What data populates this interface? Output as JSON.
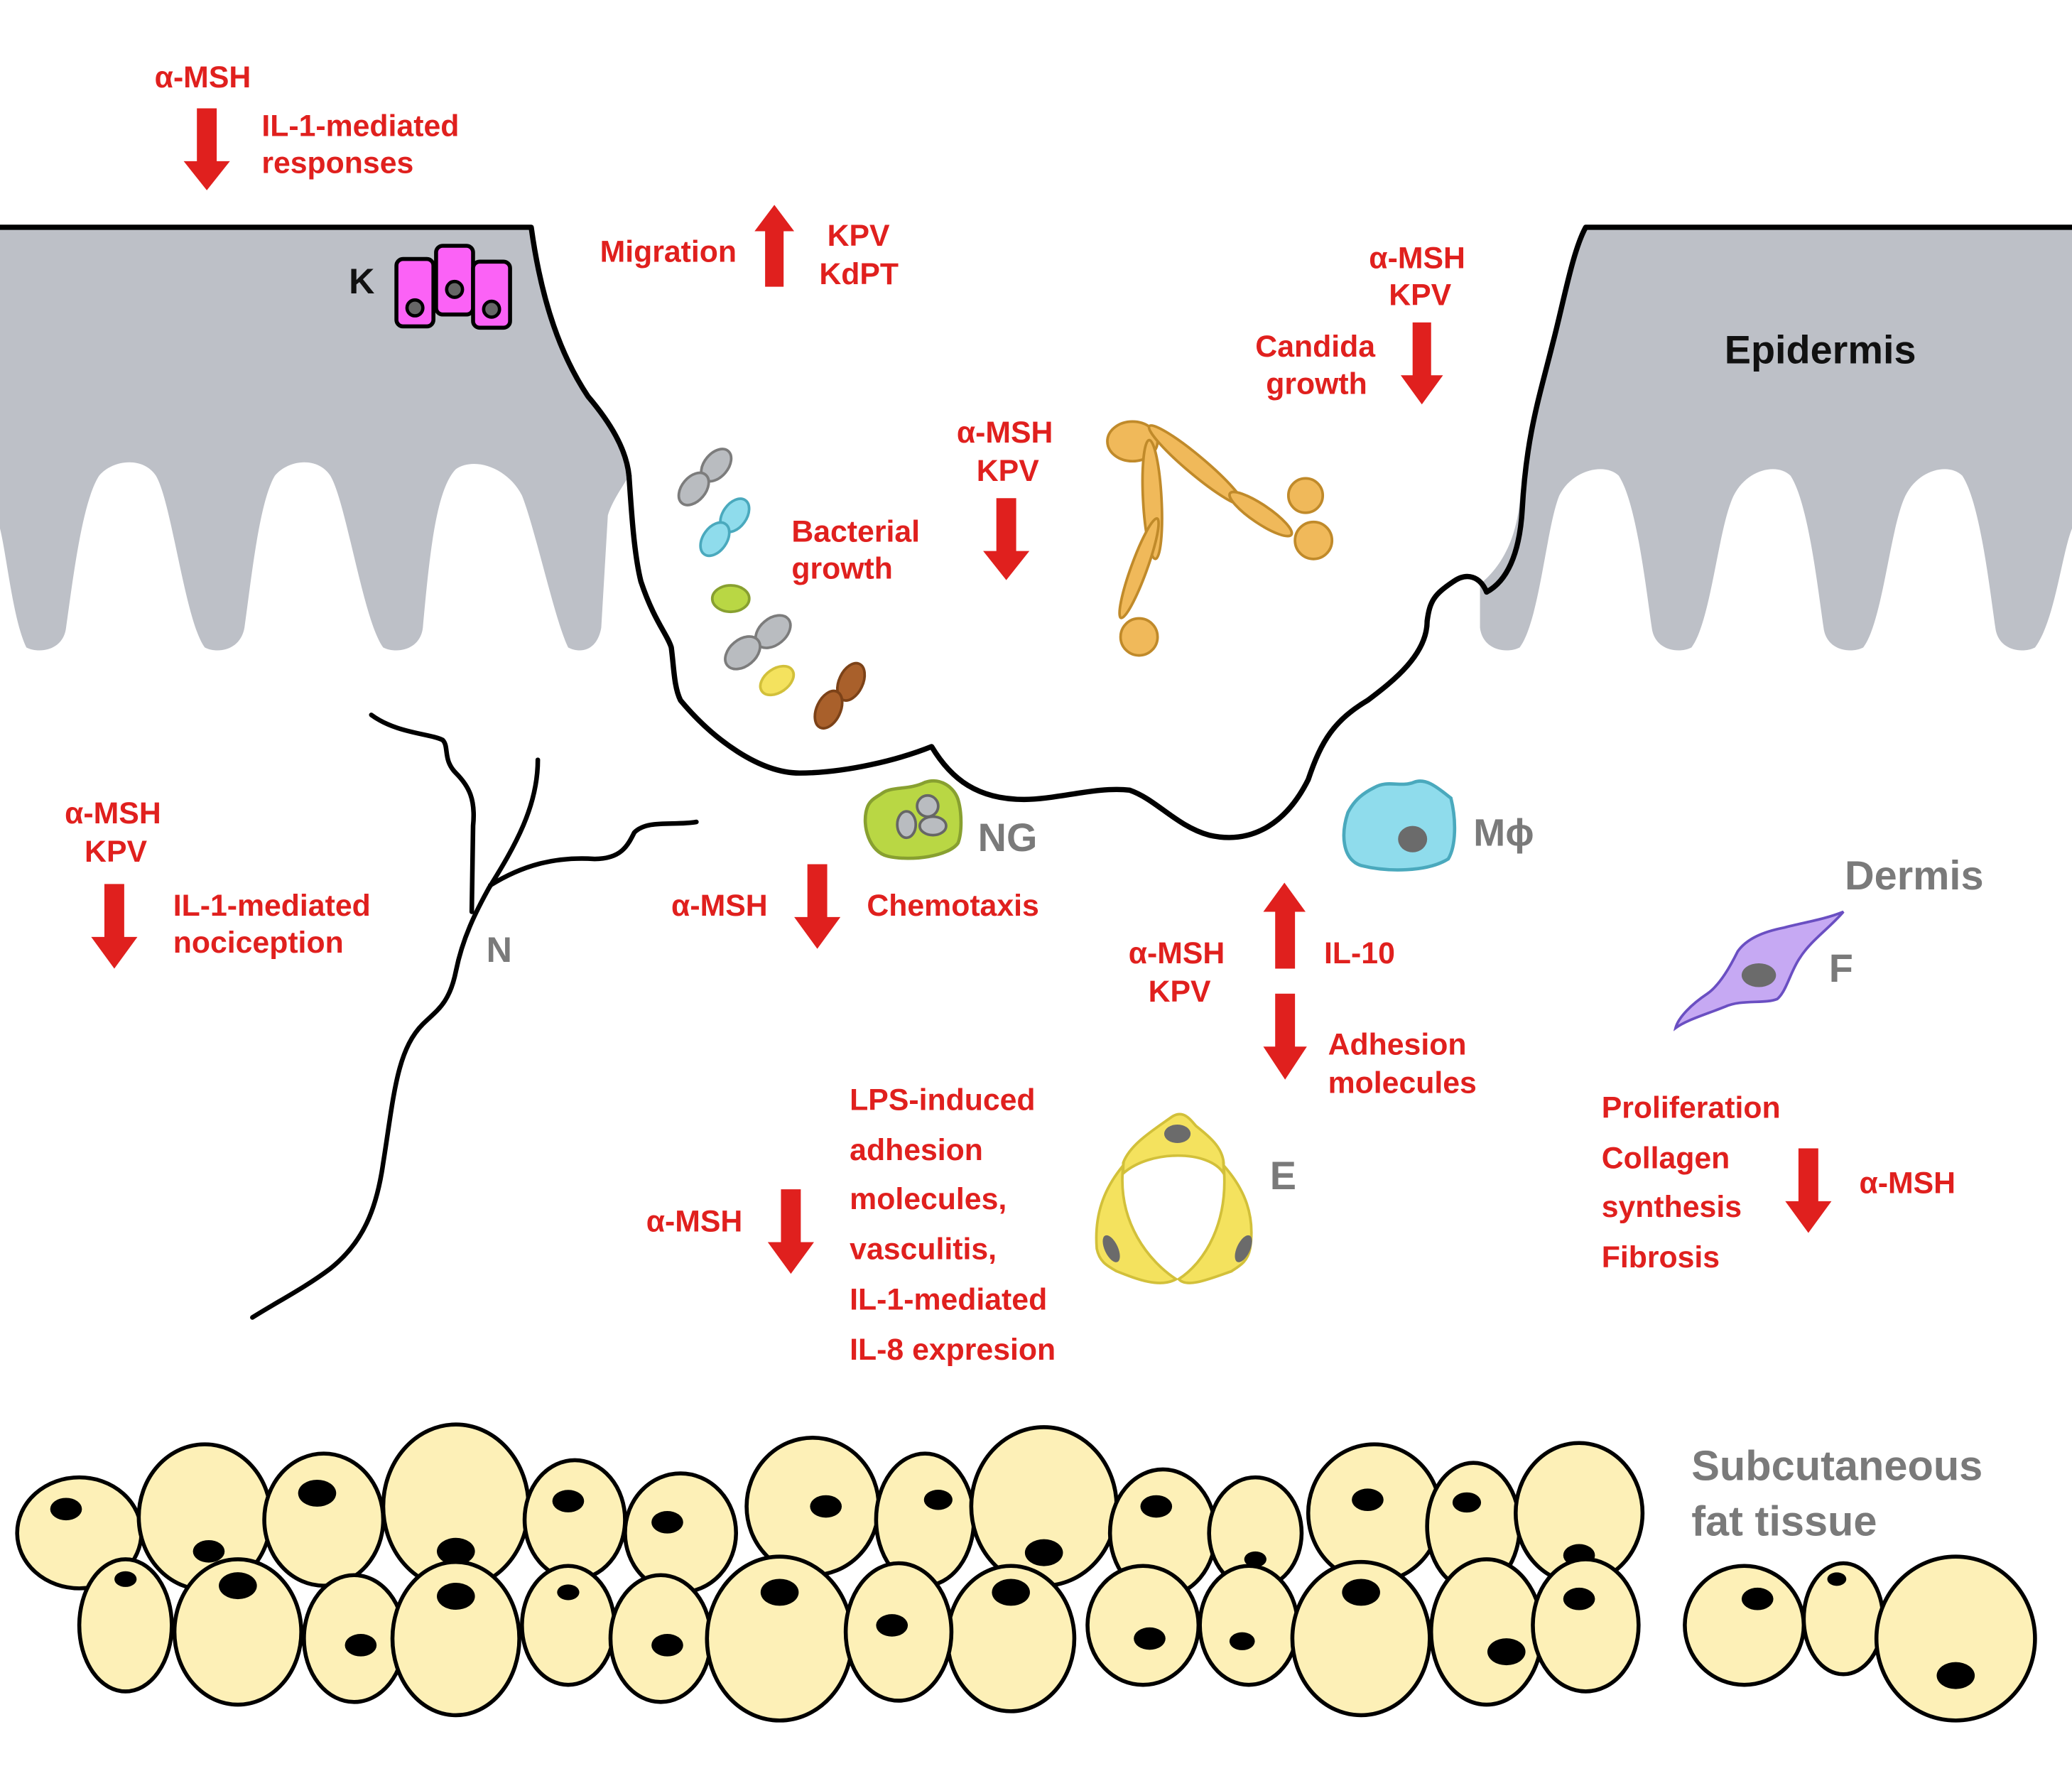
{
  "colors": {
    "effect_text": "#e0201e",
    "arrow": "#e0201e",
    "epidermis_fill": "#bdc0c7",
    "cell_label": "#7a7a7a",
    "keratinocyte": "#fb62f6",
    "macrophage": "#8fdcec",
    "neutrophil": "#b9d744",
    "endothelial": "#f4e25e",
    "fibroblast": "#c6a9f3",
    "candida": "#f0b95a",
    "adipocyte": "#fdf0b7",
    "nucleus": "#6b6b6b"
  },
  "layers": {
    "epidermis": "Epidermis",
    "dermis": "Dermis",
    "subcutaneous_line1": "Subcutaneous",
    "subcutaneous_line2": "fat tissue"
  },
  "cells": {
    "keratinocyte": "K",
    "nerve": "N",
    "neutrophil": "NG",
    "macrophage": "Mϕ",
    "fibroblast": "F",
    "endothelial": "E"
  },
  "annotations": {
    "keratinocyte_il1": {
      "direction": "down",
      "agents": [
        "α-MSH"
      ],
      "effect": [
        "IL-1-mediated",
        "responses"
      ]
    },
    "migration": {
      "direction": "up",
      "effect": [
        "Migration"
      ],
      "agents": [
        "KPV",
        "KdPT"
      ]
    },
    "candida": {
      "direction": "down",
      "agents": [
        "α-MSH",
        "KPV"
      ],
      "effect": [
        "Candida",
        "growth"
      ]
    },
    "bacteria": {
      "direction": "down",
      "agents": [
        "α-MSH",
        "KPV"
      ],
      "effect": [
        "Bacterial",
        "growth"
      ]
    },
    "nociception": {
      "direction": "down",
      "agents": [
        "α-MSH",
        "KPV"
      ],
      "effect": [
        "IL-1-mediated",
        "nociception"
      ]
    },
    "chemotaxis": {
      "direction": "down",
      "agents": [
        "α-MSH"
      ],
      "effect": [
        "Chemotaxis"
      ]
    },
    "macrophage": {
      "agents": [
        "α-MSH",
        "KPV"
      ],
      "up_effect": [
        "IL-10"
      ],
      "down_effect": [
        "Adhesion",
        "molecules"
      ]
    },
    "endothelial": {
      "direction": "down",
      "agents": [
        "α-MSH"
      ],
      "effect": [
        "LPS-induced",
        "adhesion",
        "molecules,",
        "vasculitis,",
        "IL-1-mediated",
        "IL-8 expresion"
      ]
    },
    "fibroblast": {
      "direction": "down",
      "agents": [
        "α-MSH"
      ],
      "effect": [
        "Proliferation",
        "Collagen",
        "synthesis",
        "Fibrosis"
      ]
    }
  }
}
